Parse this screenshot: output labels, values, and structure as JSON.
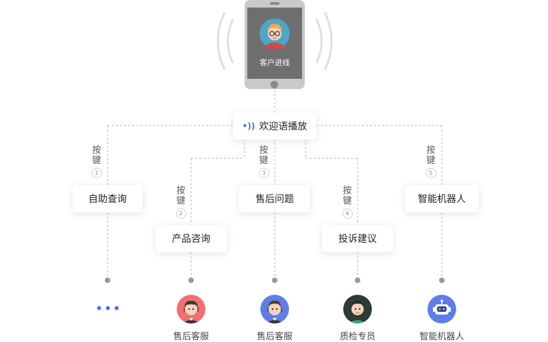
{
  "phone": {
    "label": "客户进线",
    "avatar_icon": "customer-avatar-icon"
  },
  "welcome": {
    "label": "欢迎语播放",
    "icon": "sound-wave-icon",
    "accent": "#4a6cf7"
  },
  "key_char_1": "按",
  "key_char_2": "键",
  "options": [
    {
      "id": "self-service",
      "label": "自助查询",
      "key": "1"
    },
    {
      "id": "product-consult",
      "label": "产品咨询",
      "key": "2"
    },
    {
      "id": "after-sales-issue",
      "label": "售后问题",
      "key": "3"
    },
    {
      "id": "complaint",
      "label": "投诉建议",
      "key": "4"
    },
    {
      "id": "smart-robot",
      "label": "智能机器人",
      "key": "5"
    }
  ],
  "endpoints": [
    {
      "id": "more",
      "label": "",
      "icon": "more-dots-icon",
      "text": "•••"
    },
    {
      "id": "after-sales-1",
      "label": "售后客服",
      "icon": "agent-avatar-icon",
      "color": "#f07070"
    },
    {
      "id": "after-sales-2",
      "label": "售后客服",
      "icon": "agent-avatar-icon",
      "color": "#5d7ee8"
    },
    {
      "id": "qa",
      "label": "质检专员",
      "icon": "inspector-avatar-icon",
      "color": "#2f3a3a"
    },
    {
      "id": "robot",
      "label": "智能机器人",
      "icon": "robot-icon",
      "color": "#5d7ee8"
    }
  ]
}
